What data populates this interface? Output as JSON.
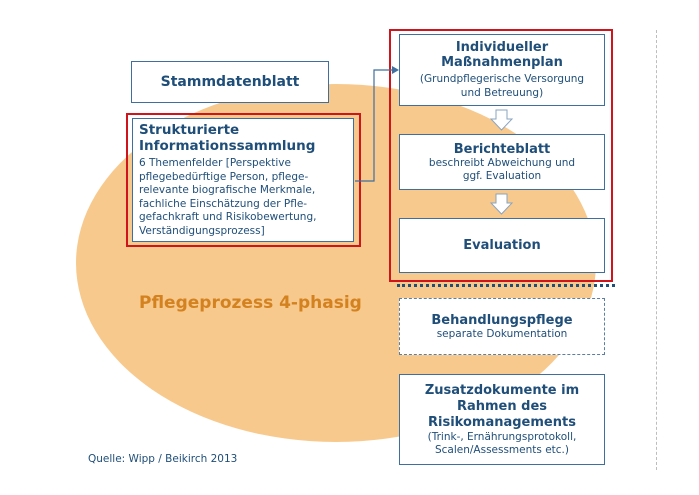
{
  "stammdatenblatt": {
    "title": "Stammdatenblatt"
  },
  "strukturierte": {
    "title_line1": "Strukturierte",
    "title_line2": "Informationssammlung",
    "text_line1": "6 Themenfelder [Perspektive",
    "text_line2": "pflegebedürftige Person, pflege-",
    "text_line3": "relevante biografische Merkmale,",
    "text_line4": "fachliche Einschätzung der Pfle-",
    "text_line5": "gefachkraft und Risikobewertung,",
    "text_line6": "Verständigungsprozess]"
  },
  "massnahmenplan": {
    "title_line1": "Individueller",
    "title_line2": "Maßnahmenplan",
    "text_line1": "(Grundpflegerische Versorgung",
    "text_line2": "und Betreuung)"
  },
  "berichteblatt": {
    "title": "Berichteblatt",
    "text_line1": "beschreibt Abweichung und",
    "text_line2": "ggf. Evaluation"
  },
  "evaluation": {
    "title": "Evaluation"
  },
  "pflegeprozess": {
    "label": "Pflegeprozess 4-phasig"
  },
  "behandlungspflege": {
    "title": "Behandlungspflege",
    "text": "separate Dokumentation"
  },
  "zusatzdokumente": {
    "title_line1": "Zusatzdokumente im",
    "title_line2": "Rahmen des",
    "title_line3": "Risikomanagements",
    "text_line1": "(Trink-, Ernährungsprotokoll,",
    "text_line2": "Scalen/Assessments etc.)"
  },
  "source": {
    "text": "Quelle: Wipp / Beikirch 2013"
  },
  "colors": {
    "ellipse": "#f7c98d",
    "highlight_frame": "#d0141b",
    "text": "#1f4e79",
    "process_label": "#d4811f"
  }
}
